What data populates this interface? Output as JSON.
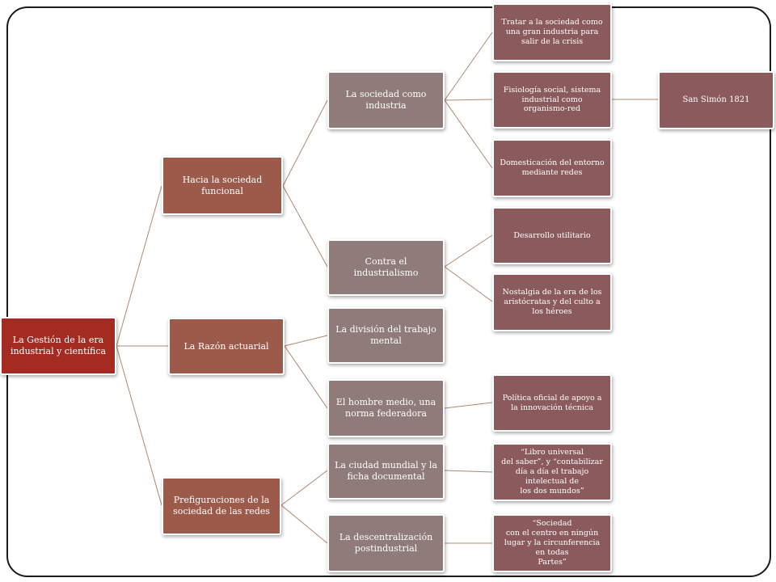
{
  "diagram": {
    "root": "La Gestión de la era industrial y científica",
    "branches": {
      "funcional": "Hacia la sociedad funcional",
      "actuarial": "La Razón actuarial",
      "redes": "Prefiguraciones de la sociedad de las redes"
    },
    "nodes": {
      "sociedad_industria": "La sociedad como industria",
      "contra_industrialismo": "Contra el industrialismo",
      "division_trabajo": "La división del trabajo mental",
      "hombre_medio": "El hombre medio, una norma federadora",
      "ciudad_mundial": "La ciudad mundial y la ficha documental",
      "descentralizacion": "La descentralización postindustrial"
    },
    "leaves": {
      "tratar_sociedad": "Tratar a la sociedad como una gran industria para salir de la crisis",
      "fisiologia_social": "Fisiología social, sistema industrial como organismo-red",
      "domesticacion": "Domesticación del entorno mediante redes",
      "desarrollo_utilitario": "Desarrollo utilitario",
      "nostalgia": "Nostalgia de la era de los aristócratas y del culto a los héroes",
      "politica_oficial": "Política oficial de apoyo a la innovación técnica",
      "libro_universal": {
        "line1": "“Libro universal",
        "line2": "del saber”, y “contabilizar día a día el trabajo intelectual de",
        "line3": "los dos mundos”"
      },
      "sociedad_centro": {
        "line1": "“Sociedad",
        "line2": "con el centro en ningún lugar y la circunferencia en todas",
        "line3": "Partes”"
      }
    },
    "extra": {
      "san_simon": "San Simón 1821"
    }
  }
}
